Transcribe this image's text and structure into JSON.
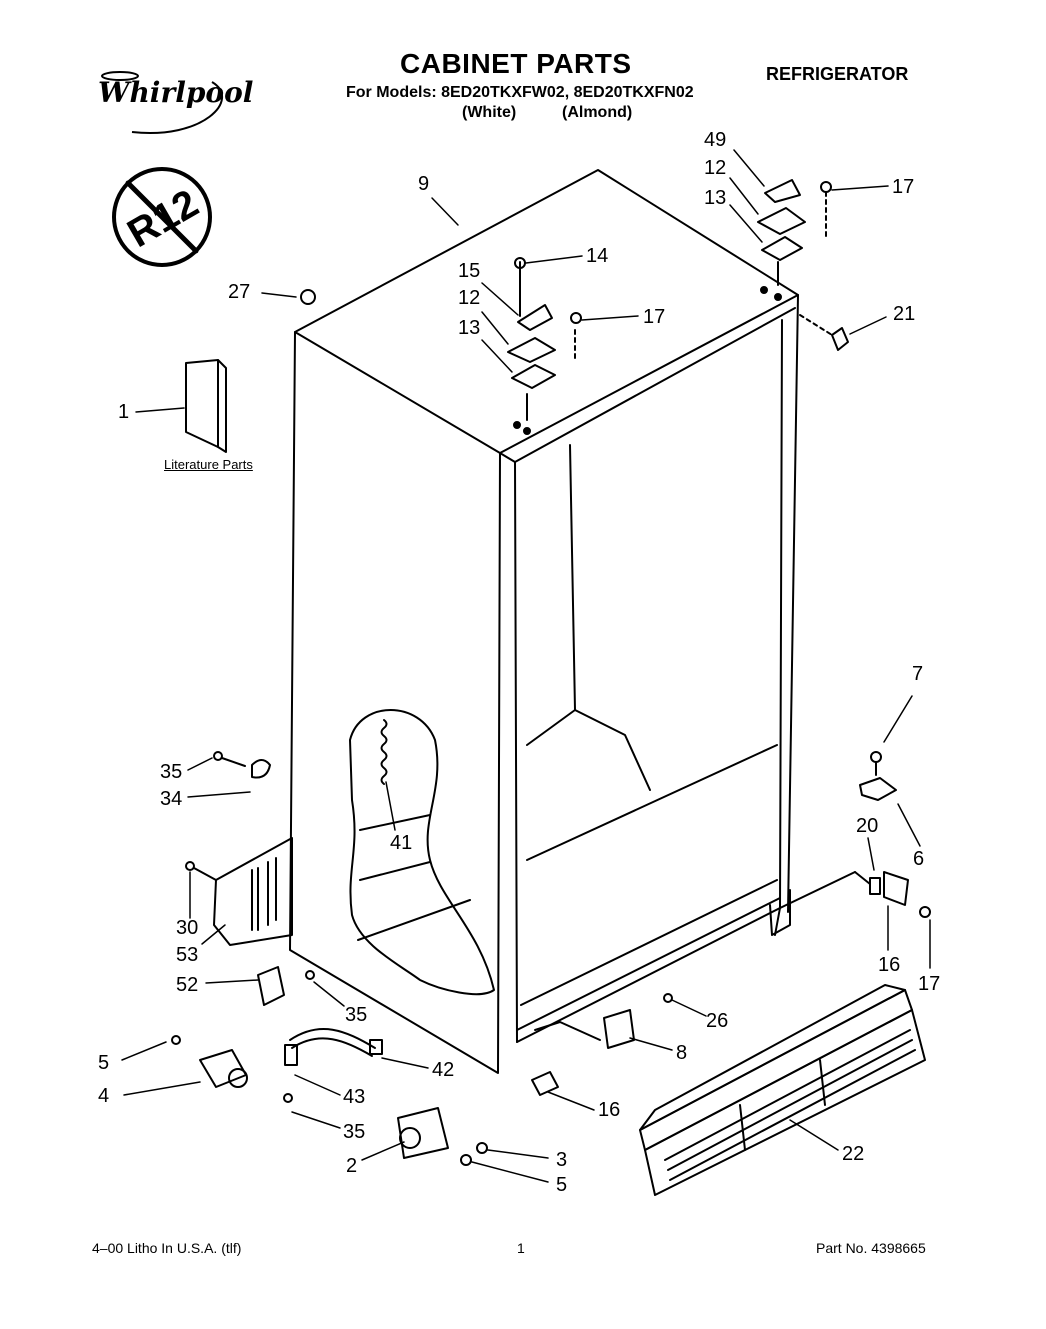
{
  "header": {
    "title": "CABINET PARTS",
    "models_line": "For Models: 8ED20TKXFW02, 8ED20TKXFN02",
    "color_white": "(White)",
    "color_almond": "(Almond)",
    "product": "REFRIGERATOR",
    "logo_text": "Whirlpool"
  },
  "badge": {
    "text": "R12",
    "meaning": "no-R12 prohibition badge"
  },
  "literature_label": "Literature Parts",
  "footer": {
    "left": "4–00 Litho In U.S.A. (tlf)",
    "center": "1",
    "right": "Part No. 4398665"
  },
  "callouts": [
    "9",
    "27",
    "1",
    "15",
    "12",
    "13",
    "14",
    "17",
    "49",
    "12",
    "13",
    "17",
    "21",
    "7",
    "6",
    "20",
    "16",
    "17",
    "35",
    "34",
    "41",
    "30",
    "53",
    "52",
    "35",
    "26",
    "8",
    "5",
    "4",
    "42",
    "43",
    "35",
    "16",
    "22",
    "2",
    "3",
    "5"
  ],
  "colors": {
    "ink": "#000000",
    "paper": "#ffffff"
  },
  "icons": [
    "whirlpool-logo-icon",
    "no-r12-badge-icon"
  ]
}
